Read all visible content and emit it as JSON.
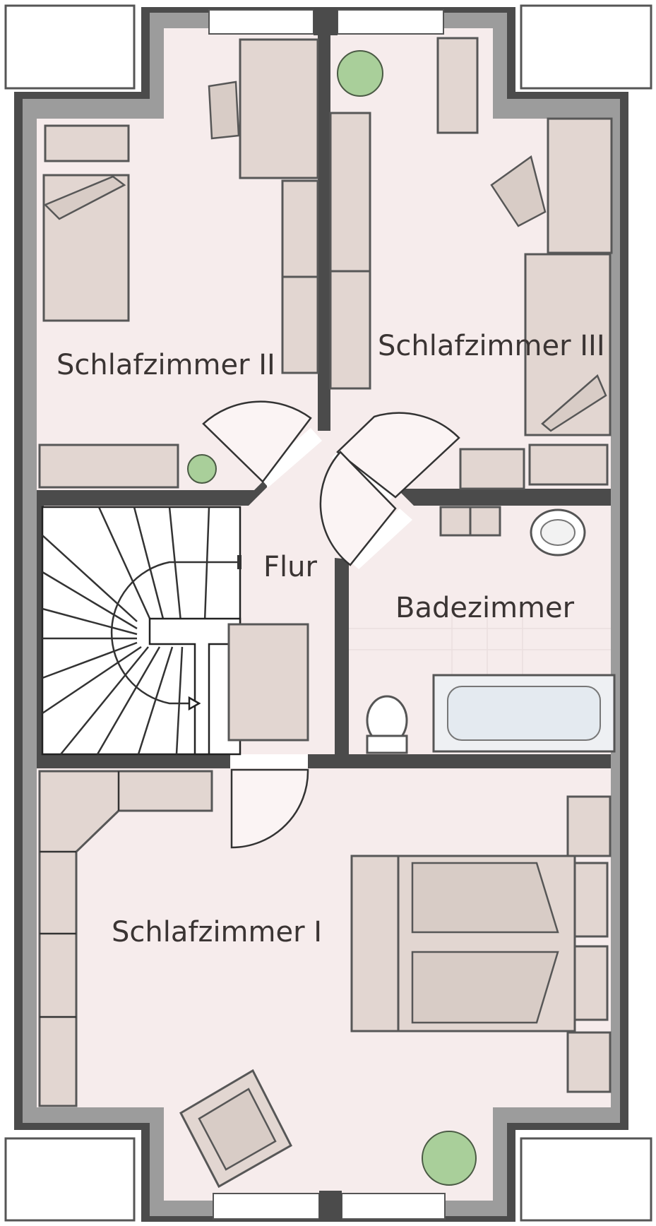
{
  "rooms": {
    "schlafzimmer_2": "Schlafzimmer II",
    "schlafzimmer_3": "Schlafzimmer III",
    "flur": "Flur",
    "badezimmer": "Badezimmer",
    "schlafzimmer_1": "Schlafzimmer I"
  },
  "colors": {
    "floor": "#f6ecec",
    "wall": "#4b4b4b",
    "furniture": "#e2d6d1",
    "plant": "#a9cf9a"
  }
}
